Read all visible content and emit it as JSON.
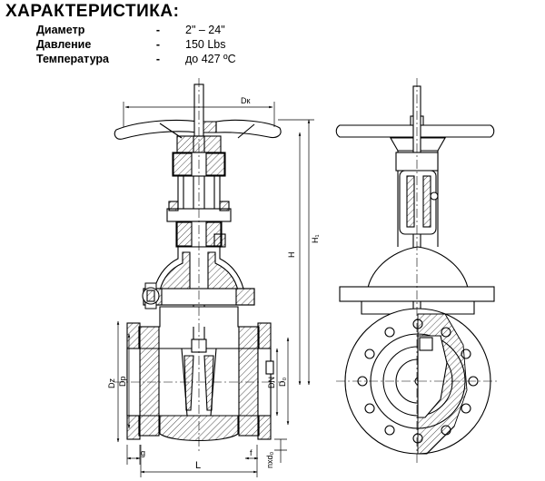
{
  "header": {
    "title": "ХАРАКТЕРИСТИКА:"
  },
  "specs": [
    {
      "label": "Диаметр",
      "dash": "-",
      "value": "2\" – 24\""
    },
    {
      "label": "Давление",
      "dash": "-",
      "value": "150 Lbs"
    },
    {
      "label": "Температура",
      "dash": "-",
      "value": "до 427 ºС"
    }
  ],
  "dimensions": {
    "dk": "Dк",
    "h": "H",
    "h1": "H₁",
    "dz": "Dz",
    "dp": "Dp",
    "dn": "DN",
    "d0": "D₀",
    "g": "g",
    "l": "L",
    "f": "f",
    "nxd0": "nxd₀"
  }
}
